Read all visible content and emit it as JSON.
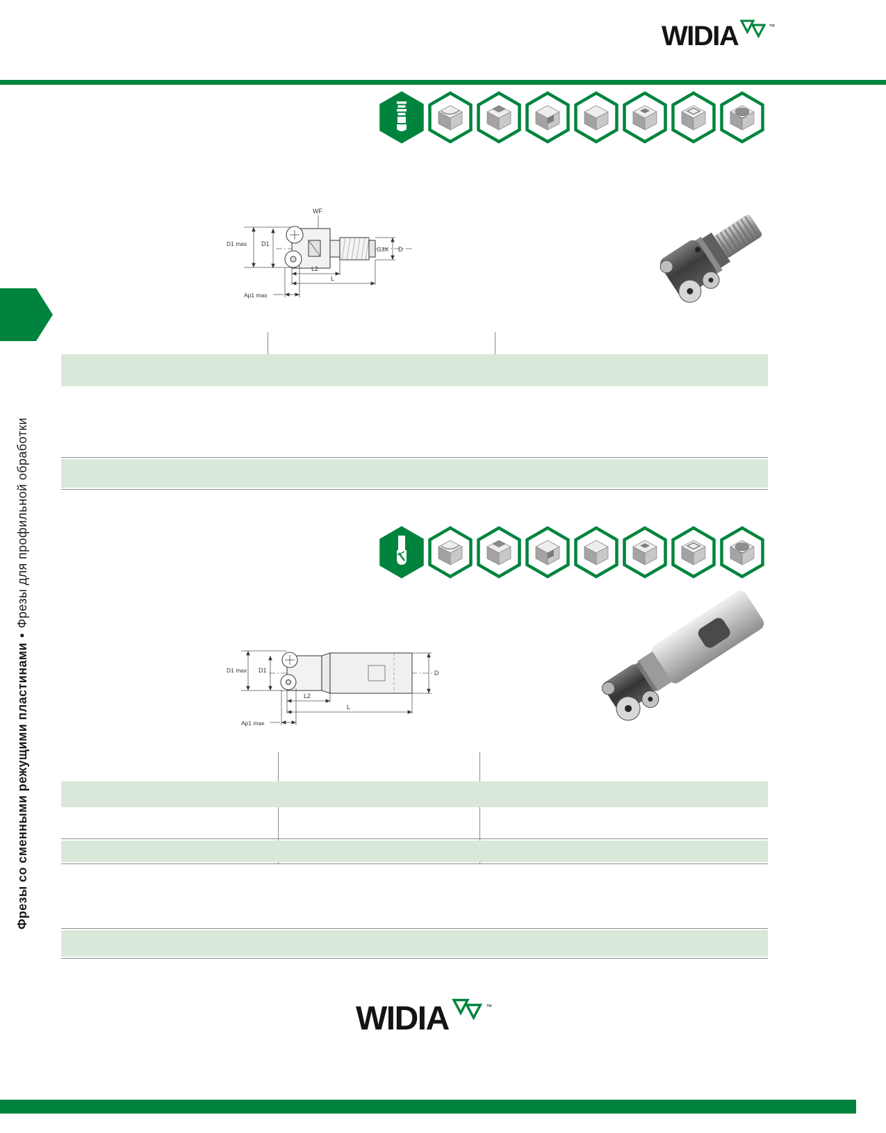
{
  "colors": {
    "brand_green": "#00843d",
    "band_green": "#dae8da",
    "line_gray": "#8a8a8a"
  },
  "logo": {
    "text": "WIDIA",
    "trademark": "™"
  },
  "sidebar": {
    "title_bold": "Фрезы со сменными режущими пластинами",
    "bullet": "•",
    "title_regular": "Фрезы для профильной обработки"
  },
  "section1": {
    "icons": [
      {
        "name": "thread-adapter-icon",
        "highlighted": true
      },
      {
        "name": "profile-block-icon",
        "highlighted": false
      },
      {
        "name": "shoulder-block-icon",
        "highlighted": false
      },
      {
        "name": "corner-notch-icon",
        "highlighted": false
      },
      {
        "name": "plain-block-icon",
        "highlighted": false
      },
      {
        "name": "pocket-block-icon",
        "highlighted": false
      },
      {
        "name": "cavity-block-icon",
        "highlighted": false
      },
      {
        "name": "helical-bore-icon",
        "highlighted": false
      }
    ],
    "drawing_labels": {
      "wf": "WF",
      "d1_max": "D1 max",
      "d1": "D1",
      "g3x": "G3X",
      "d": "D",
      "l2": "L2",
      "l": "L",
      "ap1_max": "Ap1 max"
    }
  },
  "section2": {
    "icons": [
      {
        "name": "end-mill-icon",
        "highlighted": true
      },
      {
        "name": "profile-block-icon",
        "highlighted": false
      },
      {
        "name": "shoulder-block-icon",
        "highlighted": false
      },
      {
        "name": "corner-notch-icon",
        "highlighted": false
      },
      {
        "name": "plain-block-icon",
        "highlighted": false
      },
      {
        "name": "pocket-block-icon",
        "highlighted": false
      },
      {
        "name": "cavity-block-icon",
        "highlighted": false
      },
      {
        "name": "helical-bore-icon",
        "highlighted": false
      }
    ],
    "drawing_labels": {
      "d1_max": "D1 max",
      "d1": "D1",
      "d": "D",
      "l2": "L2",
      "l": "L",
      "ap1_max": "Ap1 max"
    }
  }
}
